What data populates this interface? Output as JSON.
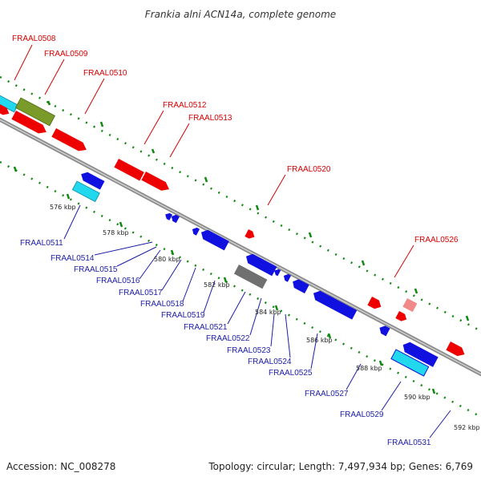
{
  "title": "Frankia alni ACN14a, complete genome",
  "footer": {
    "accession": "Accession: NC_008278",
    "summary": "Topology: circular; Length: 7,497,934 bp; Genes: 6,769"
  },
  "colors": {
    "forward": "#ee0000",
    "reverse": "#1010e0",
    "label_forward": "#d40000",
    "label_reverse": "#1c1ca8",
    "cyan": "#22d8ee",
    "olive": "#7a9a2a",
    "pink": "#f08a8a",
    "gray": "#707070",
    "backbone": "#9a9a9a",
    "tick": "#118811"
  },
  "scale_labels": [
    "576 kbp",
    "578 kbp",
    "580 kbp",
    "582 kbp",
    "584 kbp",
    "586 kbp",
    "588 kbp",
    "590 kbp",
    "592 kbp"
  ],
  "genes_forward": [
    "FRAAL0508",
    "FRAAL0509",
    "FRAAL0510",
    "FRAAL0512",
    "FRAAL0513",
    "FRAAL0520",
    "FRAAL0526"
  ],
  "genes_reverse": [
    "FRAAL0511",
    "FRAAL0514",
    "FRAAL0515",
    "FRAAL0516",
    "FRAAL0517",
    "FRAAL0518",
    "FRAAL0519",
    "FRAAL0521",
    "FRAAL0522",
    "FRAAL0523",
    "FRAAL0524",
    "FRAAL0525",
    "FRAAL0527",
    "FRAAL0529",
    "FRAAL0531"
  ]
}
